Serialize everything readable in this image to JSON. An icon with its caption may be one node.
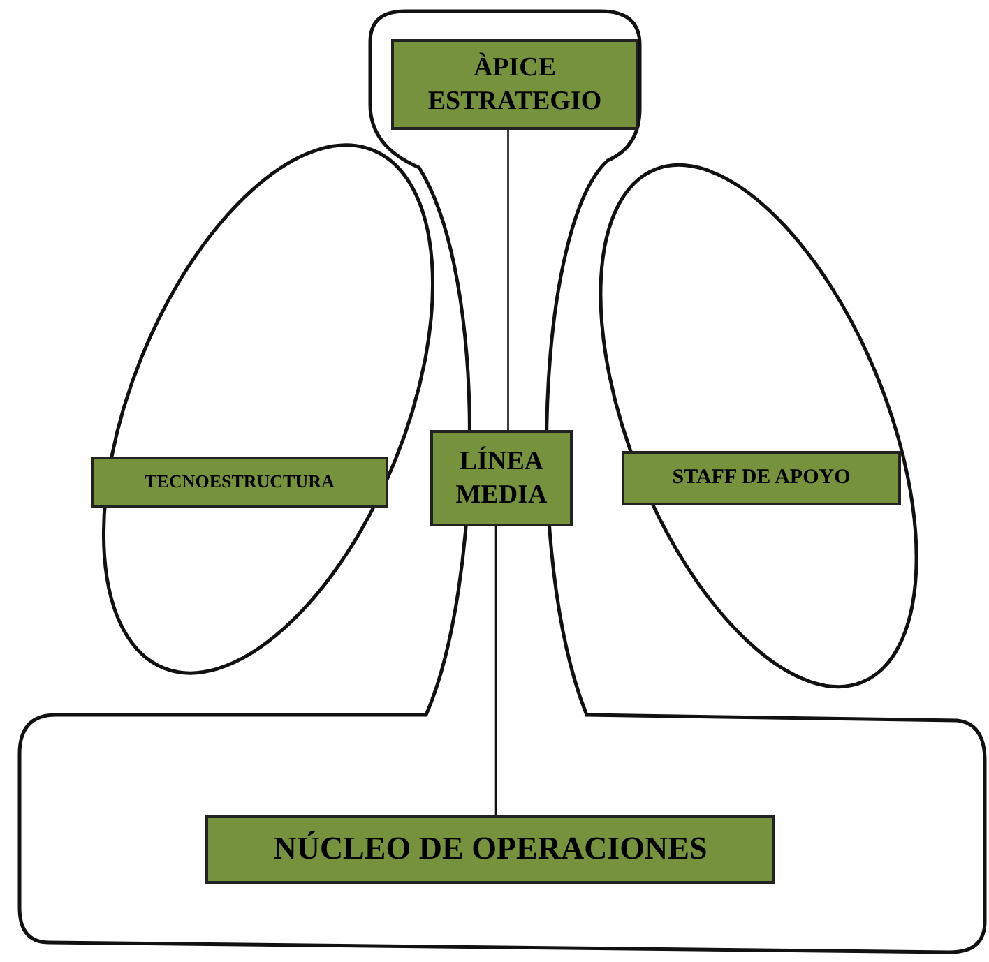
{
  "diagram": {
    "nodes": [
      {
        "text": [
          "ÀPICE ESTRATEGIO"
        ]
      },
      {
        "text": [
          "TECNOESTRUCTURA"
        ]
      },
      {
        "text": [
          "LÍNEA MEDIA"
        ]
      },
      {
        "text": [
          "STAFF DE APOYO"
        ]
      },
      {
        "text": [
          "NÚCLEO DE OPERACIONES"
        ]
      }
    ],
    "edges": [
      {
        "from": 0,
        "to": 2,
        "arrow": "none"
      },
      {
        "from": 2,
        "to": 4,
        "arrow": "none"
      }
    ]
  }
}
